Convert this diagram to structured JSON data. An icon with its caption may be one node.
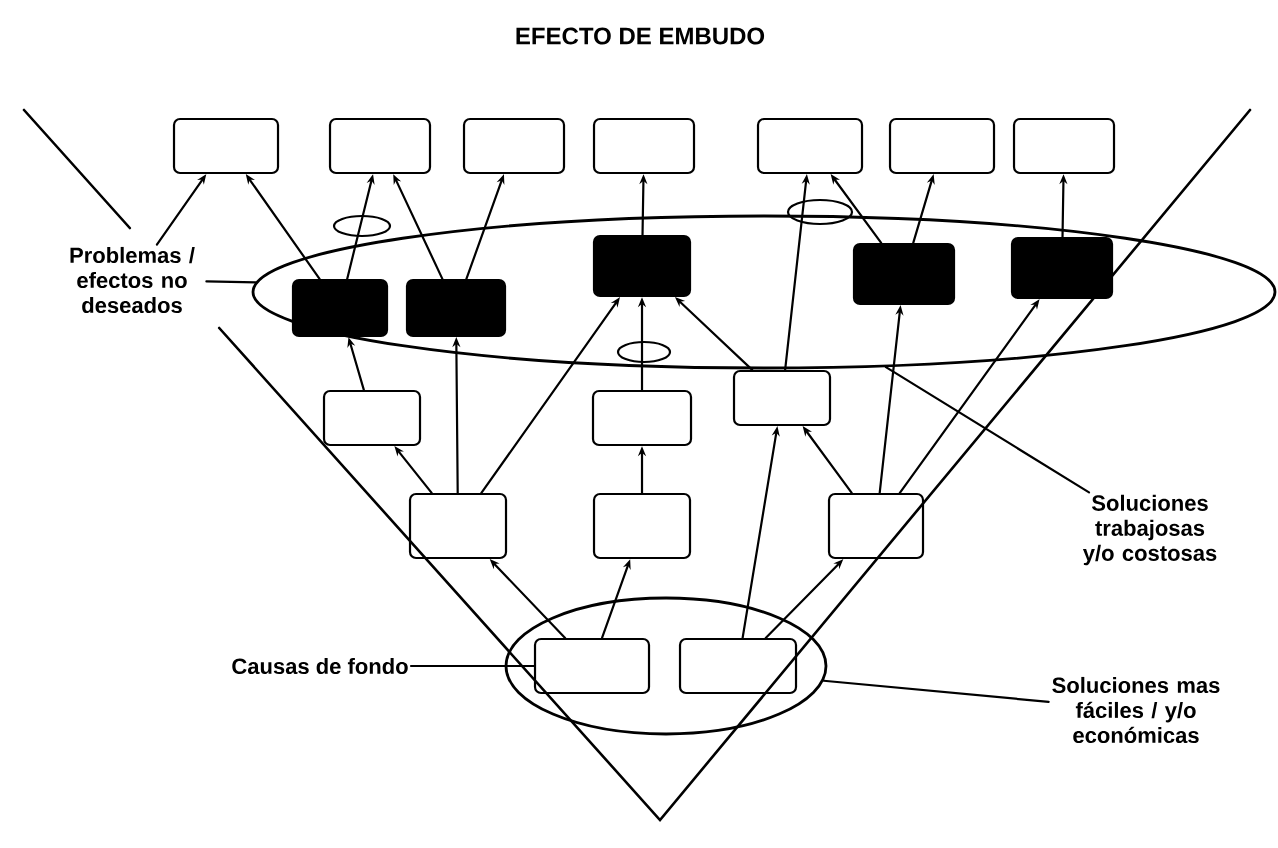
{
  "diagram": {
    "title": "EFECTO DE EMBUDO",
    "nodes": [
      {
        "text": [
          "Problemas / efectos no deseados"
        ]
      },
      {
        "text": [],
        "shape": "box"
      },
      {
        "text": [],
        "shape": "box"
      },
      {
        "text": [],
        "shape": "box"
      },
      {
        "text": [],
        "shape": "box"
      },
      {
        "text": [],
        "shape": "box"
      },
      {
        "text": [],
        "shape": "box"
      },
      {
        "text": [],
        "shape": "box"
      },
      {
        "text": [],
        "shape": "ellipse"
      },
      {
        "text": [],
        "shape": "box",
        "in": 8
      },
      {
        "text": [],
        "shape": "box",
        "in": 8
      },
      {
        "text": [],
        "shape": "box",
        "in": 8
      },
      {
        "text": [],
        "shape": "box",
        "in": 8
      },
      {
        "text": [],
        "shape": "box",
        "in": 8
      },
      {
        "text": [],
        "shape": "box"
      },
      {
        "text": [],
        "shape": "box"
      },
      {
        "text": [],
        "shape": "box"
      },
      {
        "text": [
          "Soluciones trabajosas y/o costosas"
        ]
      },
      {
        "text": [],
        "shape": "box"
      },
      {
        "text": [],
        "shape": "box"
      },
      {
        "text": [],
        "shape": "box"
      },
      {
        "text": [
          "Causas de fondo"
        ]
      },
      {
        "text": [],
        "shape": "ellipse"
      },
      {
        "text": [],
        "shape": "box",
        "in": 22
      },
      {
        "text": [],
        "shape": "box",
        "in": 22
      },
      {
        "text": [
          "Soluciones mas fáciles / y/o económicas"
        ]
      }
    ],
    "edges": [
      {
        "from": 0,
        "to": 1,
        "arrow": "to"
      },
      {
        "from": 0,
        "to": 8,
        "arrow": "none"
      },
      {
        "from": 9,
        "to": 1,
        "arrow": "to"
      },
      {
        "from": 9,
        "to": 2,
        "arrow": "to"
      },
      {
        "from": 10,
        "to": 2,
        "arrow": "to"
      },
      {
        "from": 10,
        "to": 3,
        "arrow": "to"
      },
      {
        "from": 11,
        "to": 4,
        "arrow": "to"
      },
      {
        "from": 12,
        "to": 5,
        "arrow": "to"
      },
      {
        "from": 12,
        "to": 6,
        "arrow": "to"
      },
      {
        "from": 13,
        "to": 7,
        "arrow": "to"
      },
      {
        "from": 14,
        "to": 9,
        "arrow": "to"
      },
      {
        "from": 18,
        "to": 10,
        "arrow": "to"
      },
      {
        "from": 18,
        "to": 11,
        "arrow": "to"
      },
      {
        "from": 15,
        "to": 11,
        "arrow": "to"
      },
      {
        "from": 16,
        "to": 11,
        "arrow": "to"
      },
      {
        "from": 16,
        "to": 5,
        "arrow": "to"
      },
      {
        "from": 18,
        "to": 14,
        "arrow": "to"
      },
      {
        "from": 19,
        "to": 15,
        "arrow": "to"
      },
      {
        "from": 20,
        "to": 16,
        "arrow": "to"
      },
      {
        "from": 20,
        "to": 12,
        "arrow": "to"
      },
      {
        "from": 20,
        "to": 13,
        "arrow": "to"
      },
      {
        "from": 23,
        "to": 18,
        "arrow": "to"
      },
      {
        "from": 23,
        "to": 19,
        "arrow": "to"
      },
      {
        "from": 24,
        "to": 16,
        "arrow": "to"
      },
      {
        "from": 24,
        "to": 20,
        "arrow": "to"
      },
      {
        "from": 17,
        "to": 8,
        "arrow": "none"
      },
      {
        "from": 21,
        "to": 23,
        "arrow": "none"
      },
      {
        "from": 25,
        "to": 22,
        "arrow": "none"
      }
    ]
  }
}
